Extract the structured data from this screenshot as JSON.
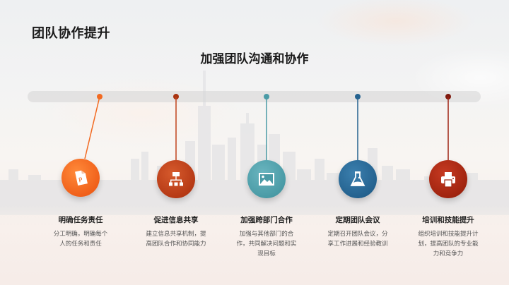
{
  "slide": {
    "title": "团队协作提升",
    "subtitle": "加强团队沟通和协作"
  },
  "items": [
    {
      "title": "明确任务责任",
      "description": "分工明确，明确每个人的任务和责任",
      "icon": "document-p-icon",
      "color": "#f26a21"
    },
    {
      "title": "促进信息共享",
      "description": "建立信息共享机制，提高团队合作和协同能力",
      "icon": "sitemap-icon",
      "color": "#c0431c"
    },
    {
      "title": "加强跨部门合作",
      "description": "加强与其他部门的合作，共同解决问题和实现目标",
      "icon": "image-icon",
      "color": "#4a9ba6"
    },
    {
      "title": "定期团队会议",
      "description": "定期召开团队会议，分享工作进展和经验教训",
      "icon": "flask-icon",
      "color": "#24628f"
    },
    {
      "title": "培训和技能提升",
      "description": "组织培训和技能提升计划，提高团队的专业能力和竞争力",
      "icon": "printer-icon",
      "color": "#9e2212"
    }
  ]
}
